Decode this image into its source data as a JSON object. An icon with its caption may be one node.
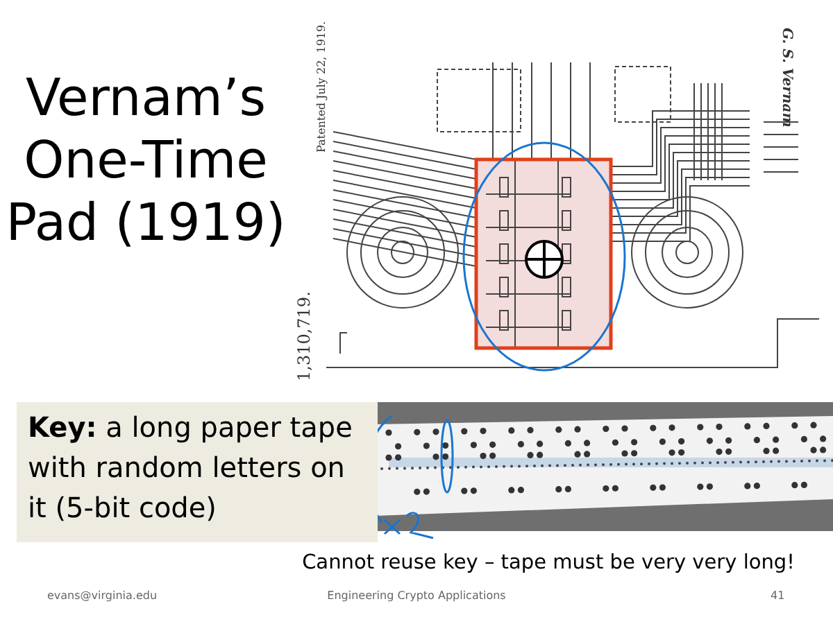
{
  "diagram": {
    "title": "Vernam’s One-Time Pad (1919)",
    "nodes": [
      {
        "text": [
          "**Key:** a long paper tape with random letters on it (5-bit code)"
        ]
      }
    ],
    "edges": [],
    "labels": [
      "Patented July 22, 1919.",
      "G. S. Vernam",
      "1,310,719.",
      "Cannot reuse key – tape must be very very long!",
      "evans@virginia.edu",
      "Engineering Crypto Applications",
      "41"
    ]
  }
}
